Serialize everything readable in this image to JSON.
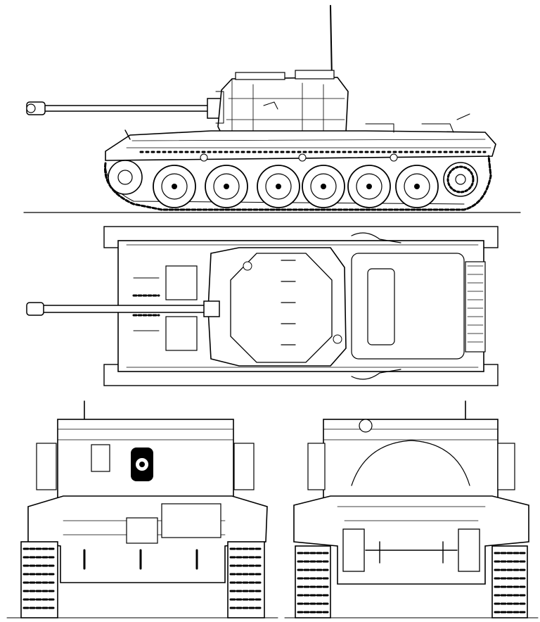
{
  "drawing": {
    "subject": "tank-blueprint",
    "views": [
      {
        "id": "side",
        "kind": "side-elevation",
        "road_wheels": 6
      },
      {
        "id": "top",
        "kind": "plan-view"
      },
      {
        "id": "front",
        "kind": "front-elevation"
      },
      {
        "id": "rear",
        "kind": "rear-elevation"
      }
    ],
    "colors": {
      "ink": "#000000",
      "paper": "#ffffff"
    }
  }
}
